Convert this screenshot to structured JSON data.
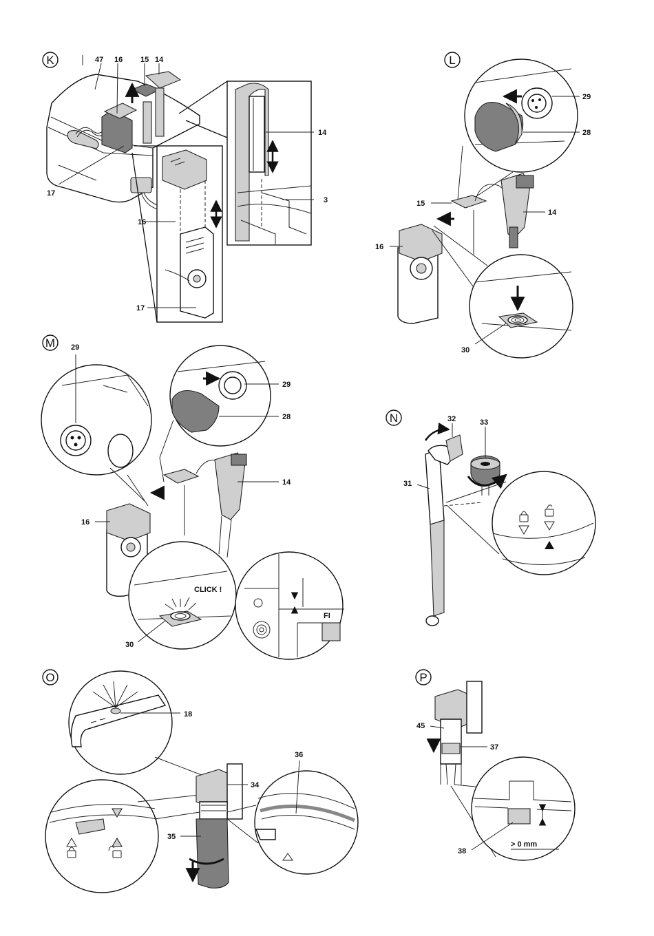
{
  "panels": {
    "K": {
      "letter": "K",
      "callouts": {
        "c47": "47",
        "c16a": "16",
        "c15": "15",
        "c14a": "14",
        "c14b": "14",
        "c3": "3",
        "c16b": "16",
        "c17a": "17",
        "c17b": "17"
      }
    },
    "L": {
      "letter": "L",
      "callouts": {
        "c29": "29",
        "c28": "28",
        "c15": "15",
        "c14": "14",
        "c16": "16",
        "c30": "30"
      }
    },
    "M": {
      "letter": "M",
      "callouts": {
        "c29a": "29",
        "c29b": "29",
        "c28": "28",
        "c14": "14",
        "c16": "16",
        "c30": "30"
      },
      "click_text": "CLICK !",
      "fill_text": "FI"
    },
    "N": {
      "letter": "N",
      "callouts": {
        "c32": "32",
        "c33": "33",
        "c31": "31"
      }
    },
    "O": {
      "letter": "O",
      "callouts": {
        "c18": "18",
        "c36": "36",
        "c34": "34",
        "c35": "35"
      }
    },
    "P": {
      "letter": "P",
      "callouts": {
        "c45": "45",
        "c37": "37",
        "c38": "38"
      },
      "gap_text": "> 0 mm"
    }
  }
}
